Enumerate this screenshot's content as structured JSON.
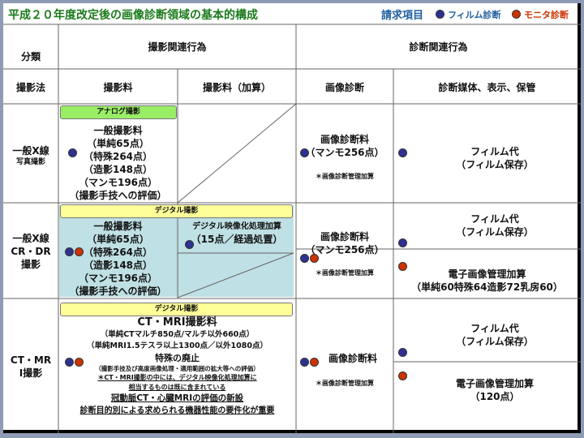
{
  "title": "平成２０年度改定後の画像診断領域の基本的構成",
  "legend": {
    "label": "請求項目",
    "film": "フィルム診断",
    "monitor": "モニタ診断",
    "colors": {
      "film": "#2e3192",
      "monitor": "#cc3300",
      "title": "#1a7a1a",
      "legend_label": "#1f5fa0"
    }
  },
  "header": {
    "category": "分類",
    "imaging_acts": "撮影関連行為",
    "diagnosis_acts": "診断関連行為",
    "method": "撮影法",
    "imaging_fee": "撮影料",
    "imaging_fee_add": "撮影料（加算）",
    "image_diagnosis": "画像診断",
    "media": "診断媒体、表示、保管"
  },
  "rows": [
    {
      "method": [
        "一般X線",
        "写真撮影"
      ],
      "tag": "アナログ撮影",
      "fee": [
        "一般撮影料",
        "（単純65点）",
        "（特殊264点）",
        "（造影148点）",
        "（マンモ196点）",
        "（撮影手技への評価）"
      ],
      "diag": [
        "画像診断料",
        "（マンモ256点）"
      ],
      "diag_note": "＊画像診断管理加算",
      "media": [
        "フィルム代",
        "（フィルム保存）"
      ]
    },
    {
      "method": [
        "一般X線",
        "CR・DR",
        "撮影"
      ],
      "tag": "デジタル撮影",
      "fee": [
        "一般撮影料",
        "（単純65点）",
        "（特殊264点）",
        "（造影148点）",
        "（マンモ196点）",
        "（撮影手技への評価）"
      ],
      "add": [
        "デジタル映像化処理加算",
        "（15点／経過処置）"
      ],
      "diag": [
        "画像診断料",
        "（マンモ256点）"
      ],
      "diag_note": "＊画像診断管理加算",
      "media": [
        "フィルム代",
        "（フィルム保存）"
      ],
      "media2": [
        "電子画像管理加算",
        "（単純60特殊64造影72乳房60）"
      ]
    },
    {
      "method": [
        "CT・MR",
        "I撮影"
      ],
      "tag": "デジタル撮影",
      "fee_title": "CT・MRI撮影料",
      "fee": [
        "（単純CTマルチ850点/マルチ以外660点）",
        "（単純MRI1.5テスラ以上1300点／以外1080点）",
        "特殊の廃止",
        "（撮影手技及び高度画像処理・適用範囲の拡大等への評価）",
        "＊CT・MRI撮影の中には、デジタル映像化処理加算に",
        "相当するものは既に含まれている",
        "冠動脈CT・心臓MRIの評価の新設",
        "診断目的別による求められる機器性能の要件化が重要"
      ],
      "diag": [
        "画像診断料"
      ],
      "diag_note": "＊画像診断管理加算",
      "media": [
        "フィルム代",
        "（フィルム保存）"
      ],
      "media2": [
        "電子画像管理加算",
        "（120点）"
      ]
    }
  ]
}
